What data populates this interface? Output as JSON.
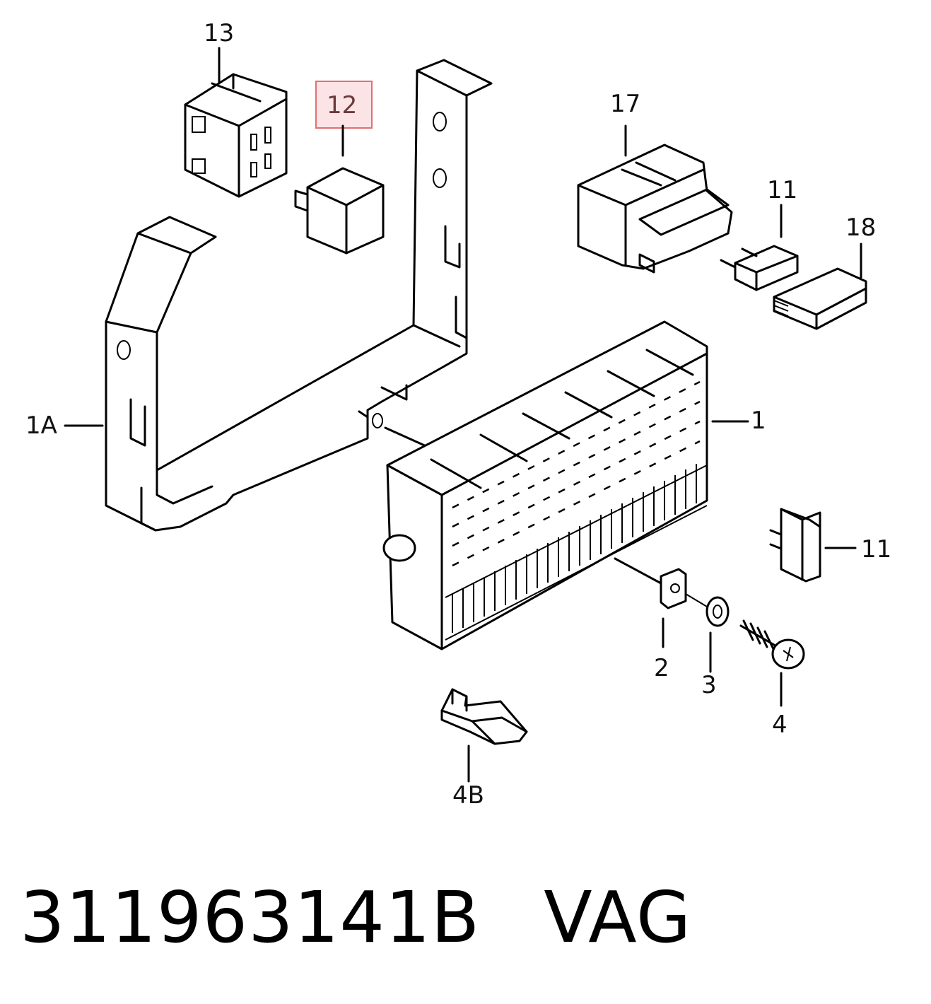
{
  "callouts": {
    "c13": "13",
    "c12": "12",
    "c17": "17",
    "c11a": "11",
    "c18": "18",
    "c1A": "1A",
    "c1": "1",
    "c11b": "11",
    "c2": "2",
    "c3": "3",
    "c4": "4",
    "c4B": "4B"
  },
  "highlight": {
    "label": "12",
    "border_color": "#e07070",
    "fill_color": "#fbe3e6"
  },
  "footer": {
    "part_number": "311963141B",
    "brand": "VAG"
  }
}
